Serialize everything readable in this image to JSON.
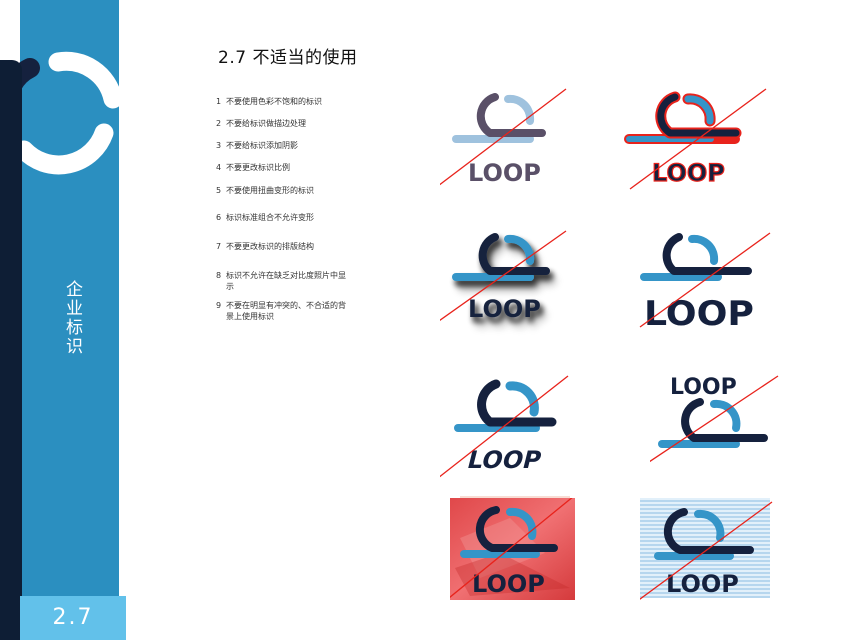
{
  "sidebar": {
    "section_title": "企业标识",
    "page_number": "2.7",
    "colors": {
      "band": "#2b8fc0",
      "dark": "#0e1e35",
      "footer": "#62c1ea"
    }
  },
  "header": {
    "title": "2.7 不适当的使用"
  },
  "rules": [
    {
      "num": "1",
      "text": "不要使用色彩不饱和的标识"
    },
    {
      "num": "2",
      "text": "不要给标识做描边处理"
    },
    {
      "num": "3",
      "text": "不要给标识添加阴影"
    },
    {
      "num": "4",
      "text": "不要更改标识比例"
    },
    {
      "num": "5",
      "text": "不要使用扭曲变形的标识"
    },
    {
      "num": "6",
      "text": "标识标准组合不允许变形"
    },
    {
      "num": "7",
      "text": "不要更改标识的排版结构"
    },
    {
      "num": "8",
      "text": "标识不允许在缺乏对比度照片中显示"
    },
    {
      "num": "9",
      "text": "不要在明显有冲突的、不合适的背景上使用标识"
    }
  ],
  "logo": {
    "wordmark": "LOOP",
    "colors": {
      "navy": "#15213e",
      "blue": "#3595c8",
      "slash": "#e8231c"
    }
  },
  "examples": [
    {
      "id": "desaturated",
      "label": "不要使用色彩不饱和的标识"
    },
    {
      "id": "outlined",
      "label": "不要给标识做描边处理"
    },
    {
      "id": "shadowed",
      "label": "不要给标识添加阴影"
    },
    {
      "id": "rescaled",
      "label": "不要更改标识比例"
    },
    {
      "id": "distorted",
      "label": "不要使用扭曲变形的标识"
    },
    {
      "id": "rearranged",
      "label": "不要更改标识的排版结构"
    },
    {
      "id": "photo-background",
      "label": "标识不允许在缺乏对比度照片中显示"
    },
    {
      "id": "striped-background",
      "label": "不要在明显有冲突的、不合适的背景上使用标识"
    }
  ]
}
